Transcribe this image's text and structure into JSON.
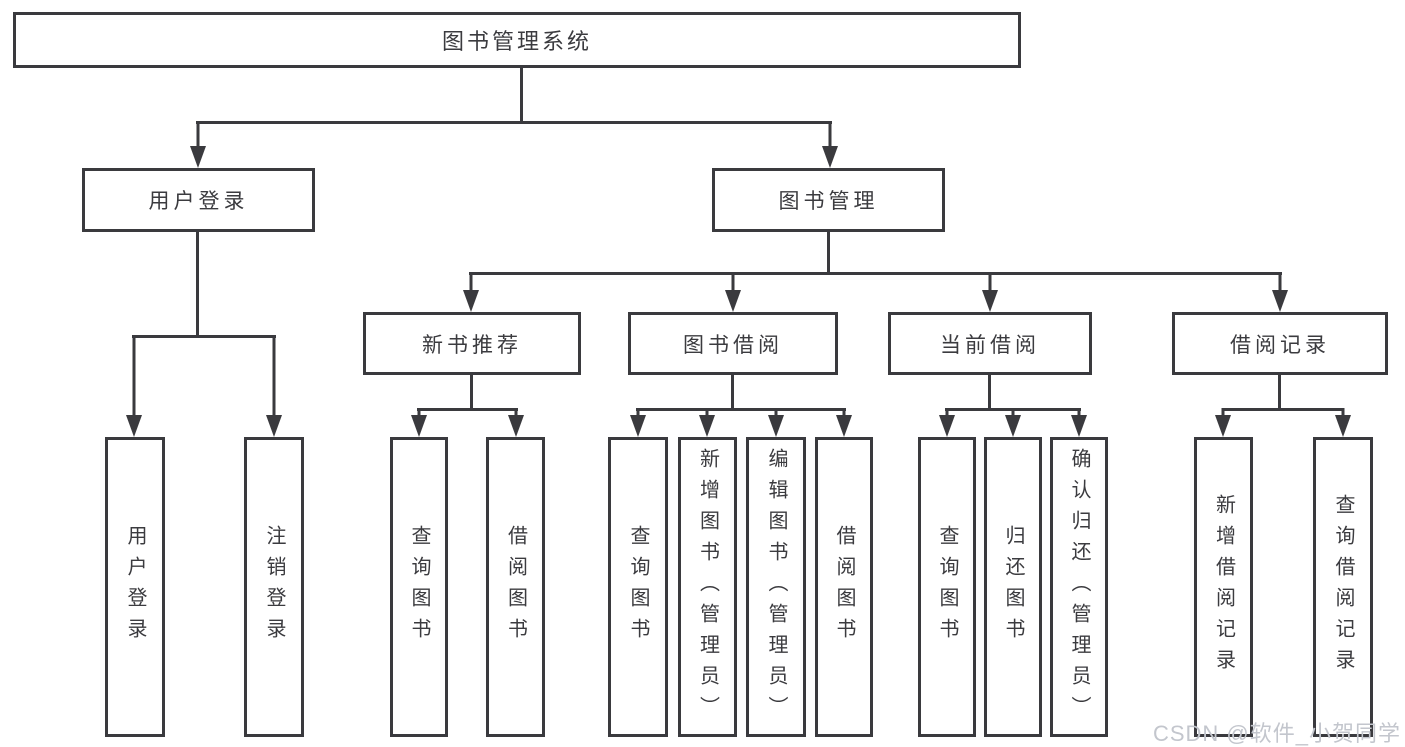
{
  "tree": {
    "root": {
      "label": "图书管理系统"
    },
    "level2": [
      {
        "label": "用户登录"
      },
      {
        "label": "图书管理"
      }
    ],
    "level3": [
      {
        "label": "新书推荐"
      },
      {
        "label": "图书借阅"
      },
      {
        "label": "当前借阅"
      },
      {
        "label": "借阅记录"
      }
    ],
    "leaves": {
      "user_login": [
        "用户登录",
        "注销登录"
      ],
      "new_books": [
        "查询图书",
        "借阅图书"
      ],
      "book_borrow": [
        "查询图书",
        "新增图书（管理员）",
        "编辑图书（管理员）",
        "借阅图书"
      ],
      "current_borrow": [
        "查询图书",
        "归还图书",
        "确认归还（管理员）"
      ],
      "borrow_records": [
        "新增借阅记录",
        "查询借阅记录"
      ]
    }
  },
  "watermark": {
    "text": "CSDN @软件_小贺同学"
  },
  "colors": {
    "line": "#3a3a3e",
    "text": "#3b3b3f",
    "background": "#ffffff",
    "watermark": "#c3c6cd"
  }
}
